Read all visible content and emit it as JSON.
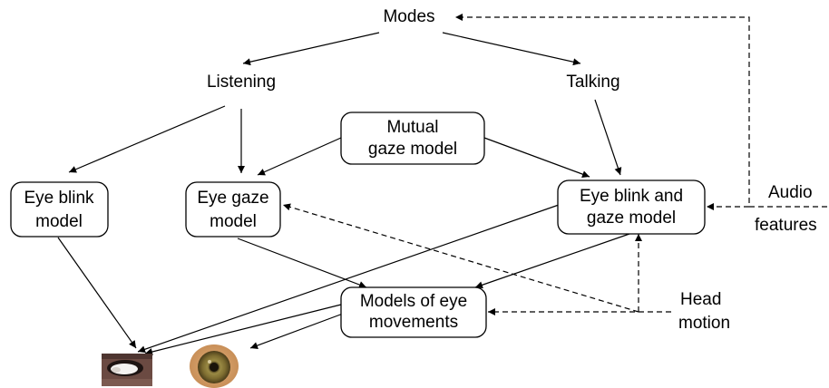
{
  "diagram": {
    "modes": "Modes",
    "listening": "Listening",
    "talking": "Talking",
    "mutual_gaze": [
      "Mutual",
      "gaze model"
    ],
    "eye_blink": [
      "Eye blink",
      "model"
    ],
    "eye_gaze": [
      "Eye gaze",
      "model"
    ],
    "eye_blink_gaze": [
      "Eye blink and",
      "gaze model"
    ],
    "eye_movements": [
      "Models of eye",
      "movements"
    ],
    "audio": [
      "Audio",
      "features"
    ],
    "head": [
      "Head",
      "motion"
    ],
    "images": [
      "eyelid-image",
      "iris-image"
    ],
    "colors": {
      "line": "#000000",
      "box_fill": "#ffffff",
      "eyelid_skin": "#6b4a42",
      "iris": "#8a7a3c",
      "iris_surround": "#d9a672"
    }
  }
}
